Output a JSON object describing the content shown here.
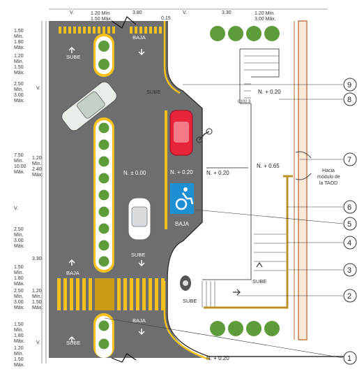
{
  "top_dims": {
    "v1": "V.",
    "mid_a": "1.20 Mín",
    "mid_b": "1.50 Máx.",
    "w1": "3.80",
    "w2": "0.15",
    "v2": "V.",
    "w3": "3.30",
    "right_a": "1.20 Mín.",
    "right_b": "3.00 Máx."
  },
  "left_dims": [
    [
      "1.50",
      "Mín.",
      "1.80",
      "Máx."
    ],
    [
      "1.20",
      "Mín.",
      "1.50",
      "Máx."
    ],
    [
      "V."
    ],
    [
      "2.50",
      "Mín.",
      "3.00",
      "Máx."
    ],
    [
      "7.50",
      "Mín.",
      "10.00",
      "Máx."
    ],
    [
      "1.20",
      "Mín.",
      "2.40",
      "Máx."
    ],
    [
      "V."
    ],
    [
      "2.50",
      "Mín.",
      "3.00",
      "Máx."
    ],
    [
      "3.30"
    ],
    [
      "1.50",
      "Mín.",
      "1.80",
      "Máx."
    ],
    [
      "2.50",
      "Mín.",
      "3.00",
      "Máx."
    ],
    [
      "1.20",
      "Mín.",
      "1.50",
      "Máx."
    ],
    [
      "V."
    ],
    [
      "1.50",
      "Mín.",
      "1.80",
      "Máx."
    ],
    [
      "1.20",
      "Mín.",
      "1.50",
      "Máx."
    ]
  ],
  "labels": {
    "sube": "SUBE",
    "baja": "BAJA",
    "level_road": "N. ± 0.00",
    "level_bay": "N. + 0.20",
    "level_sidewalk": "N. + 0.20",
    "level_terrace": "N. + 0.20",
    "level_upper": "N. + 0.65",
    "level_top": "N. + 0.20",
    "stair_code": "0102.3",
    "destination": [
      "Hacia",
      "módulo de",
      "la TAOD"
    ]
  },
  "callouts": [
    "1",
    "2",
    "3",
    "4",
    "5",
    "6",
    "7",
    "8",
    "9"
  ],
  "colors": {
    "road": "#6d6e70",
    "yellow": "#f6c21a",
    "red_car": "#e8243a",
    "access_blue": "#1e8fd2",
    "building": "#c97b4f",
    "tree": "#5e9b3a",
    "railing": "#b9922a"
  }
}
